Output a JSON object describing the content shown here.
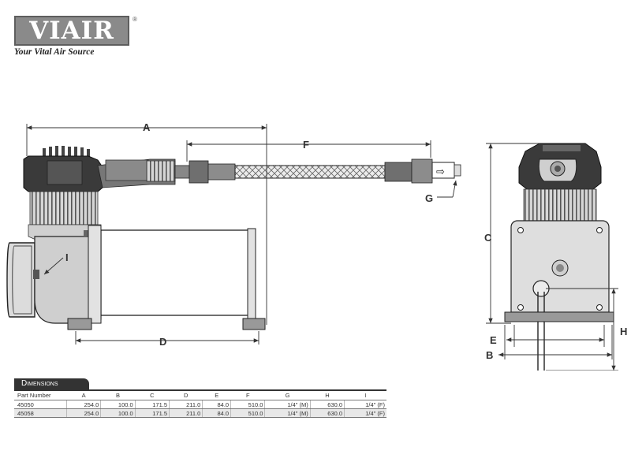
{
  "logo": {
    "brand": "VIAIR",
    "registered": "®",
    "tagline": "Your Vital Air Source"
  },
  "diagram": {
    "labels": {
      "a": "A",
      "b": "B",
      "c": "C",
      "d": "D",
      "e": "E",
      "f": "F",
      "g": "G",
      "h": "H",
      "i": "I"
    },
    "outlet_arrow": "⇨"
  },
  "dimensions_table": {
    "title": "Dimensions",
    "columns": [
      "Part Number",
      "A",
      "B",
      "C",
      "D",
      "E",
      "F",
      "G",
      "H",
      "I"
    ],
    "rows": [
      [
        "45050",
        "254.0",
        "100.0",
        "171.5",
        "211.0",
        "84.0",
        "510.0",
        "1/4\" (M)",
        "630.0",
        "1/4\" (F)"
      ],
      [
        "45058",
        "254.0",
        "100.0",
        "171.5",
        "211.0",
        "84.0",
        "510.0",
        "1/4\" (M)",
        "630.0",
        "1/4\" (F)"
      ]
    ]
  }
}
